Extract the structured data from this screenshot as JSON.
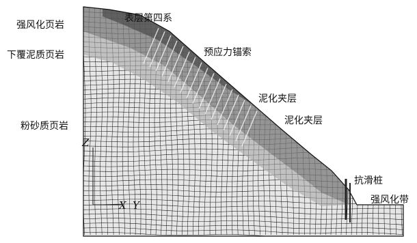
{
  "figure": {
    "labels": {
      "strong_weathered_shale": "强风化页岩",
      "surface_quaternary": "表层第四系",
      "lower_muddy_shale": "下覆泥质页岩",
      "prestressed_anchor": "预应力锚索",
      "muddy_interlayer_1": "泥化夹层",
      "silty_shale": "粉砂质页岩",
      "muddy_interlayer_2": "泥化夹层",
      "anti_slide_pile": "抗滑桩",
      "strong_weathered_zone": "强风化带"
    },
    "axes": {
      "z": "Z",
      "x": "X",
      "y": "Y"
    }
  },
  "colors": {
    "mesh_line": "#1a1a1a",
    "mesh_fill": "#e6e6e6",
    "strong_weathered_layer": "#7a7a7a",
    "surface_layer": "#4a4a4a",
    "muddy_shale_layer": "#a8a8a8",
    "anchor": "#f2f2f2"
  }
}
